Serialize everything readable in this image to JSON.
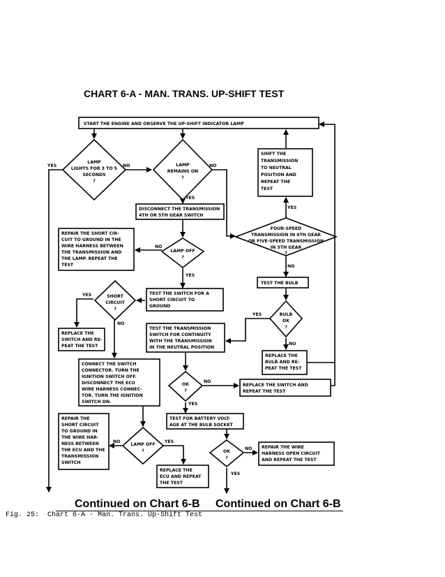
{
  "chart": {
    "title": "CHART 6-A  -  MAN. TRANS. UP-SHIFT TEST",
    "start": "START THE ENGINE AND OBSERVE THE UP-SHIFT INDICATOR LAMP",
    "d_lamp_lights": [
      "LAMP",
      "LIGHTS FOR 3 TO 5",
      "SECONDS",
      "?"
    ],
    "d_remains_on": [
      "LAMP",
      "REMAINS ON",
      "?"
    ],
    "shift_neutral": [
      "SHIFT THE",
      "TRANSMISSION",
      "TO NEUTRAL",
      "POSITION AND",
      "REPEAT THE",
      "TEST"
    ],
    "disconnect_switch": [
      "DISCONNECT THE TRANSMISSION",
      "4TH OR 5TH GEAR SWITCH"
    ],
    "d_four_speed": [
      "FOUR-SPEED",
      "TRANSMISSION IN 4TH GEAR",
      "OR FIVE-SPEED TRANSMISSION",
      "IN 5TH GEAR",
      "?"
    ],
    "repair_short_lamp": [
      "REPAIR THE SHORT CIR-",
      "CUIT TO GROUND IN THE",
      "WIRE HARNESS BETWEEN",
      "THE TRANSMISSION AND",
      "THE LAMP. REPEAT THE",
      "TEST"
    ],
    "d_lamp_off_1": [
      "LAMP OFF",
      "?"
    ],
    "test_bulb": "TEST THE BULB",
    "d_short_circuit": [
      "SHORT",
      "CIRCUIT",
      "?"
    ],
    "test_switch_short": [
      "TEST THE SWITCH FOR A",
      "SHORT CIRCUIT TO",
      "GROUND"
    ],
    "d_bulb_ok": [
      "BULB",
      "OK",
      "?"
    ],
    "replace_switch_1": [
      "REPLACE THE",
      "SWITCH AND RE-",
      "PEAT THE TEST"
    ],
    "test_continuity": [
      "TEST THE TRANSMISSION",
      "SWITCH FOR CONTINUITY",
      "WITH THE TRANSMISSION",
      "IN THE NEUTRAL POSITION"
    ],
    "replace_bulb": [
      "REPLACE THE",
      "BULB AND RE-",
      "PEAT THE TEST"
    ],
    "connect_switch": [
      "CONNECT THE SWITCH",
      "CONNECTOR. TURN THE",
      "IGNITION SWITCH OFF.",
      "DISCONNECT THE ECU",
      "WIRE HARNESS CONNEC-",
      "TOR. TURN THE IGNITION",
      "SWITCH ON."
    ],
    "d_ok_1": [
      "OK",
      "?"
    ],
    "replace_switch_2": [
      "REPLACE THE SWITCH AND",
      "REPEAT THE TEST"
    ],
    "test_voltage": [
      "TEST FOR BATTERY VOLT-",
      "AGE AT THE BULB SOCKET"
    ],
    "repair_short_ecu": [
      "REPAIR THE",
      "SHORT CIRCUIT",
      "TO GROUND IN",
      "THE WIRE HAR-",
      "NESS BETWEEN",
      "THE ECU AND THE",
      "TRANSMISSION",
      "SWITCH"
    ],
    "d_lamp_off_2": [
      "LAMP OFF",
      "?"
    ],
    "d_ok_2": [
      "OK",
      "?"
    ],
    "repair_open": [
      "REPAIR THE WIRE",
      "HARNESS OPEN CIRCUIT",
      "AND REPEAT THE TEST"
    ],
    "replace_ecu": [
      "REPLACE THE",
      "ECU AND REPEAT",
      "THE TEST"
    ],
    "labels": {
      "yes": "YES",
      "no": "NO"
    },
    "continued_left": "Continued on Chart 6-B",
    "continued_right": "Continued on Chart 6-B"
  },
  "caption": "Fig. 25:  Chart 6-A - Man. Trans. Up-Shift Test"
}
